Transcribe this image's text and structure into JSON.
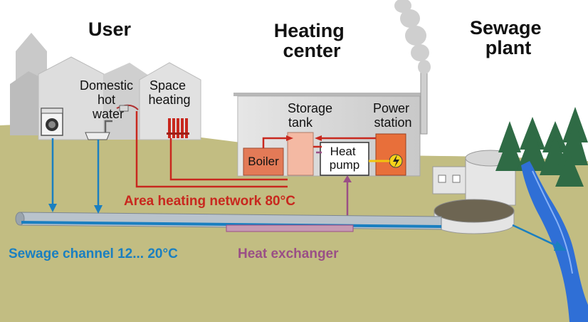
{
  "headings": {
    "user": "User",
    "heating_center": [
      "Heating",
      "center"
    ],
    "sewage_plant": [
      "Sewage",
      "plant"
    ]
  },
  "labels": {
    "domestic_hot_water": [
      "Domestic",
      "hot",
      "water"
    ],
    "space_heating": [
      "Space",
      "heating"
    ],
    "storage_tank": [
      "Storage",
      "tank"
    ],
    "power_station": [
      "Power",
      "station"
    ],
    "boiler": "Boiler",
    "heat_pump": [
      "Heat",
      "pump"
    ],
    "area_heating_network": "Area heating network 80°C",
    "sewage_channel": "Sewage channel 12... 20°C",
    "heat_exchanger": "Heat exchanger"
  },
  "colors": {
    "heating_network": "#c8281e",
    "sewage": "#1a7fc0",
    "heat_exchanger": "#9a4f86",
    "ground": "#c2bd82",
    "buildings": "#d7d7d7",
    "boiler": "#e37a57",
    "power_station": "#e86f3a",
    "storage_tank": "#f4b9a3",
    "trees": "#2f6b45",
    "river": "#2f6fd6"
  },
  "icons": [
    "washing-machine-icon",
    "faucet-icon",
    "radiator-icon",
    "lightning-icon",
    "smoke-plume-icon"
  ]
}
